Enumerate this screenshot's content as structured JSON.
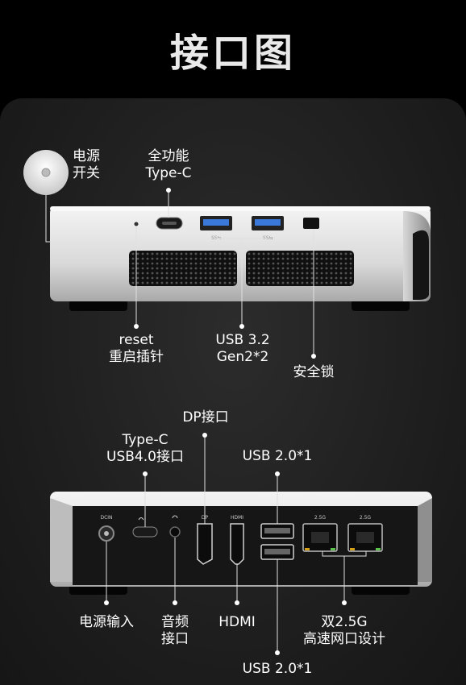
{
  "title": "接口图",
  "front": {
    "power_switch": [
      "电源",
      "开关"
    ],
    "type_c_full": [
      "全功能",
      "Type-C"
    ],
    "reset": [
      "reset",
      "重启插针"
    ],
    "usb32": [
      "USB 3.2",
      "Gen2*2"
    ],
    "security_lock": "安全锁"
  },
  "back": {
    "dp": "DP接口",
    "type_c_usb4": [
      "Type-C",
      "USB4.0接口"
    ],
    "usb20_top": "USB 2.0*1",
    "power_input": "电源输入",
    "audio": [
      "音频",
      "接口"
    ],
    "hdmi": "HDMI",
    "lan": [
      "双2.5G",
      "高速网口设计"
    ],
    "usb20_bottom": "USB 2.0*1",
    "port_marks": {
      "dcin": "DCIN",
      "dp": "DP",
      "hdmi": "HDMI",
      "lan1": "2.5G",
      "lan2": "2.5G",
      "usb_left": "SS⇆",
      "usb_right": "SS⇆"
    }
  }
}
